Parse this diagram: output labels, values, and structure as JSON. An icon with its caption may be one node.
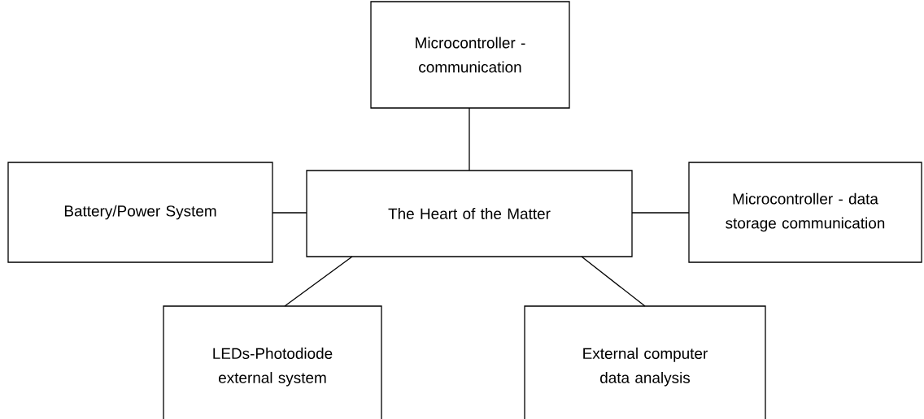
{
  "diagram": {
    "nodes": [
      {
        "text": [
          "Microcontroller - communication"
        ]
      },
      {
        "text": [
          "Battery/Power System"
        ]
      },
      {
        "text": [
          "The Heart of the Matter"
        ]
      },
      {
        "text": [
          "Microcontroller - data storage communication"
        ]
      },
      {
        "text": [
          "LEDs-Photodiode external system"
        ]
      },
      {
        "text": [
          "External computer data analysis"
        ]
      }
    ],
    "edges": [
      {
        "from": 2,
        "to": 0,
        "arrow": "none"
      },
      {
        "from": 1,
        "to": 2,
        "arrow": "none"
      },
      {
        "from": 2,
        "to": 3,
        "arrow": "none"
      },
      {
        "from": 2,
        "to": 4,
        "arrow": "none"
      },
      {
        "from": 2,
        "to": 5,
        "arrow": "none"
      }
    ]
  }
}
